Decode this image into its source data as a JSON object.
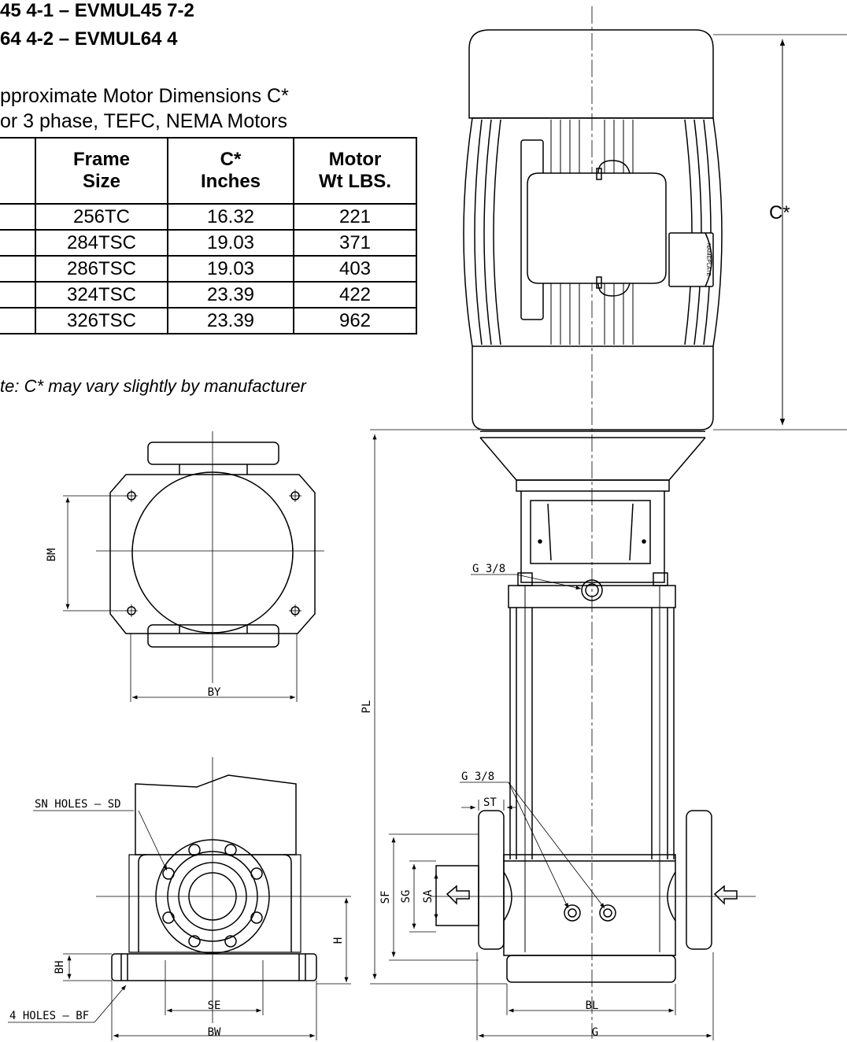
{
  "header": {
    "title_line1": "45 4-1 – EVMUL45 7-2",
    "title_line2": "64 4-2 – EVMUL64 4",
    "subtitle_line1": "pproximate Motor Dimensions C*",
    "subtitle_line2": "or 3 phase, TEFC, NEMA Motors"
  },
  "table": {
    "headers": [
      "",
      "Frame Size",
      "C* Inches",
      "Motor Wt LBS."
    ],
    "rows": [
      [
        "",
        "256TC",
        "16.32",
        "221"
      ],
      [
        "",
        "284TSC",
        "19.03",
        "371"
      ],
      [
        "",
        "286TSC",
        "19.03",
        "403"
      ],
      [
        "",
        "324TSC",
        "23.39",
        "422"
      ],
      [
        "",
        "326TSC",
        "23.39",
        "962"
      ]
    ],
    "note": "te: C* may vary slightly by manufacturer"
  },
  "labels": {
    "bm": "BM",
    "by": "BY",
    "sn_holes": "SN HOLES – SD",
    "four_holes": "4 HOLES – BF",
    "bh": "BH",
    "se": "SE",
    "bw": "BW",
    "h": "H",
    "pl": "PL",
    "g38_top": "G 3/8",
    "g38_low": "G 3/8",
    "st": "ST",
    "sf": "SF",
    "sg": "SG",
    "sa": "SA",
    "bl": "BL",
    "g": "G",
    "cstar": "C*",
    "nameplate": "NAMEPLATE"
  }
}
